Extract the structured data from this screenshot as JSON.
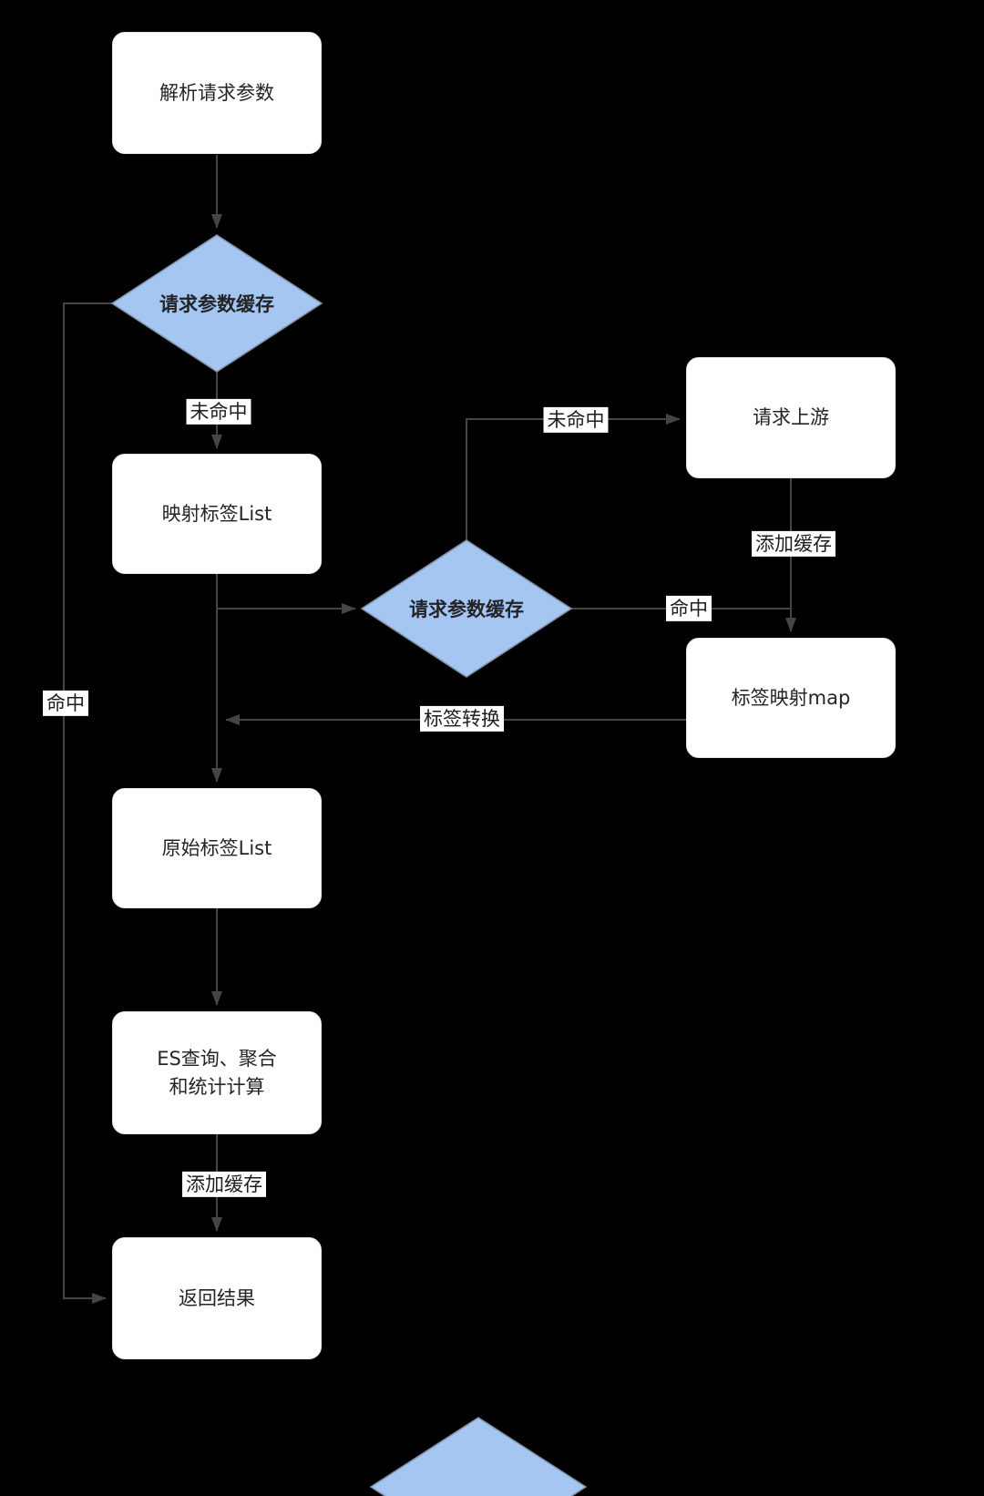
{
  "diagram": {
    "title": "request-cache-flowchart",
    "colors": {
      "background": "#000000",
      "line": "#454545",
      "process_fill": "#ffffff",
      "decision_fill": "#a4c6f0",
      "decision_border": "#8191a8",
      "text": "#252525"
    },
    "nodes": {
      "parse_params": {
        "type": "process",
        "label": "解析请求参数"
      },
      "cache_check_1": {
        "type": "decision",
        "label": "请求参数缓存"
      },
      "mapped_label_list": {
        "type": "process",
        "label": "映射标签List"
      },
      "request_upstream": {
        "type": "process",
        "label": "请求上游"
      },
      "cache_check_2": {
        "type": "decision",
        "label": "请求参数缓存"
      },
      "label_map": {
        "type": "process",
        "label": "标签映射map"
      },
      "original_label_list": {
        "type": "process",
        "label": "原始标签List"
      },
      "es_query": {
        "type": "process",
        "label": "ES查询、聚合\n和统计计算"
      },
      "return_result": {
        "type": "process",
        "label": "返回结果"
      }
    },
    "edge_labels": {
      "miss_1": "未命中",
      "miss_2": "未命中",
      "add_cache_1": "添加缓存",
      "hit_1": "命中",
      "label_convert": "标签转换",
      "hit_2": "命中",
      "add_cache_2": "添加缓存"
    }
  }
}
